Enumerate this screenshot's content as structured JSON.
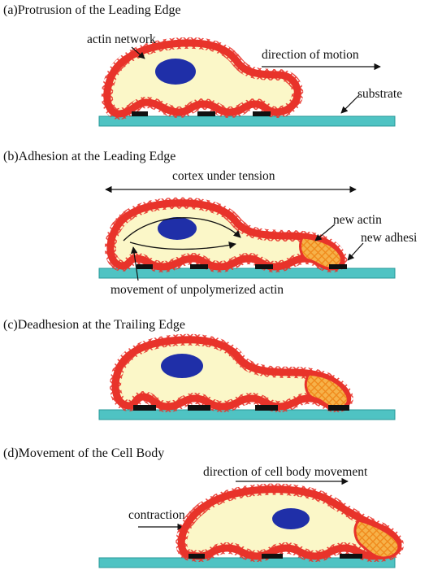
{
  "colors": {
    "cell_fill": "#fbf7c8",
    "cell_outline": "#e8332a",
    "mesh": "#e8332a",
    "nucleus": "#1f2fa8",
    "substrate": "#4fc3c3",
    "substrate_edge": "#2a9a9a",
    "adhesion": "#111111",
    "new_actin": "#f6a13a"
  },
  "panels": [
    {
      "id": "a",
      "title": "(a)Protrusion of the Leading Edge",
      "labels": {
        "actin_network": "actin network",
        "direction": "direction of motion",
        "substrate": "substrate"
      }
    },
    {
      "id": "b",
      "title": "(b)Adhesion at the Leading Edge",
      "labels": {
        "cortex": "cortex under tension",
        "new_actin": "new actin",
        "new_adhesion": "new adhesi",
        "movement": "movement of unpolymerized actin"
      }
    },
    {
      "id": "c",
      "title": "(c)Deadhesion at the Trailing Edge",
      "labels": {}
    },
    {
      "id": "d",
      "title": "(d)Movement of the Cell Body",
      "labels": {
        "direction": "direction of cell body movement",
        "contraction": "contraction"
      }
    }
  ]
}
